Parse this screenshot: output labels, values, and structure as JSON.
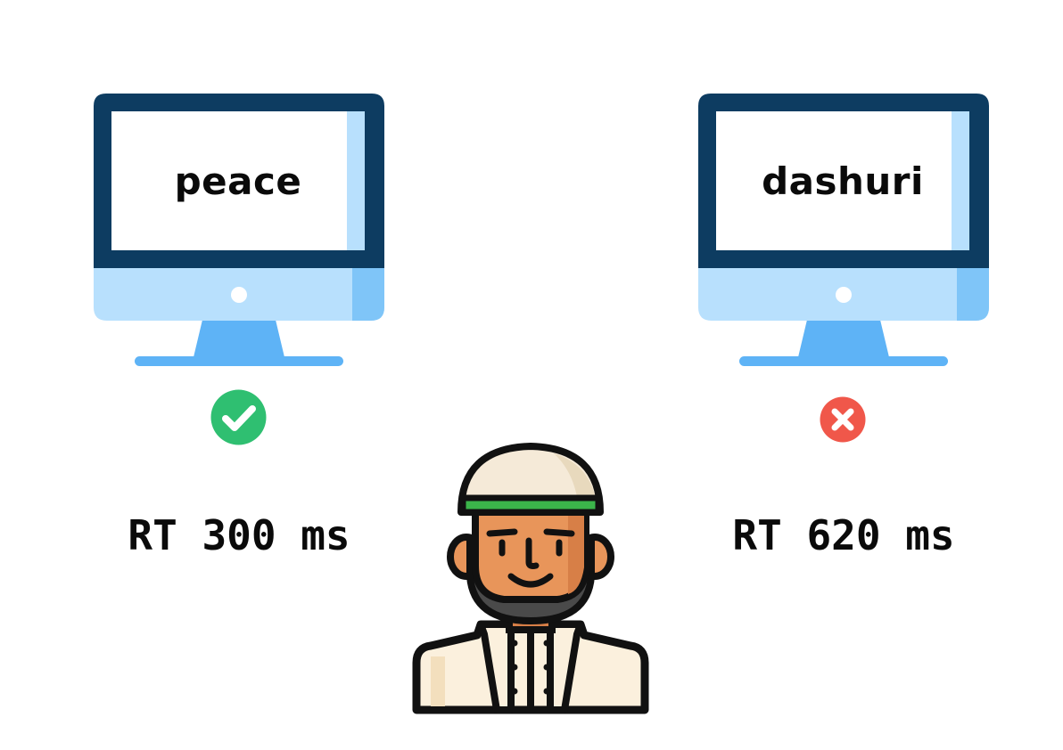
{
  "trials": [
    {
      "word": "peace",
      "outcome": "correct",
      "outcome_icon": "check-circle-icon",
      "outcome_color": "#2fbf71",
      "rt_label": "RT 300 ms"
    },
    {
      "word": "dashuri",
      "outcome": "incorrect",
      "outcome_icon": "x-circle-icon",
      "outcome_color": "#f0574a",
      "rt_label": "RT 620 ms"
    }
  ],
  "colors": {
    "monitor_frame": "#0d3c61",
    "monitor_screen": "#ffffff",
    "monitor_screen_edge": "#b8e0fd",
    "monitor_chin": "#b8e0fd",
    "monitor_stand": "#5eb3f6",
    "skin": "#e8955a",
    "cap": "#f5ead8",
    "headband": "#3bb54a",
    "beard": "#4a4a4a",
    "robe": "#fbf0dd",
    "outline": "#111111"
  },
  "participant_icon": "participant-avatar-icon"
}
